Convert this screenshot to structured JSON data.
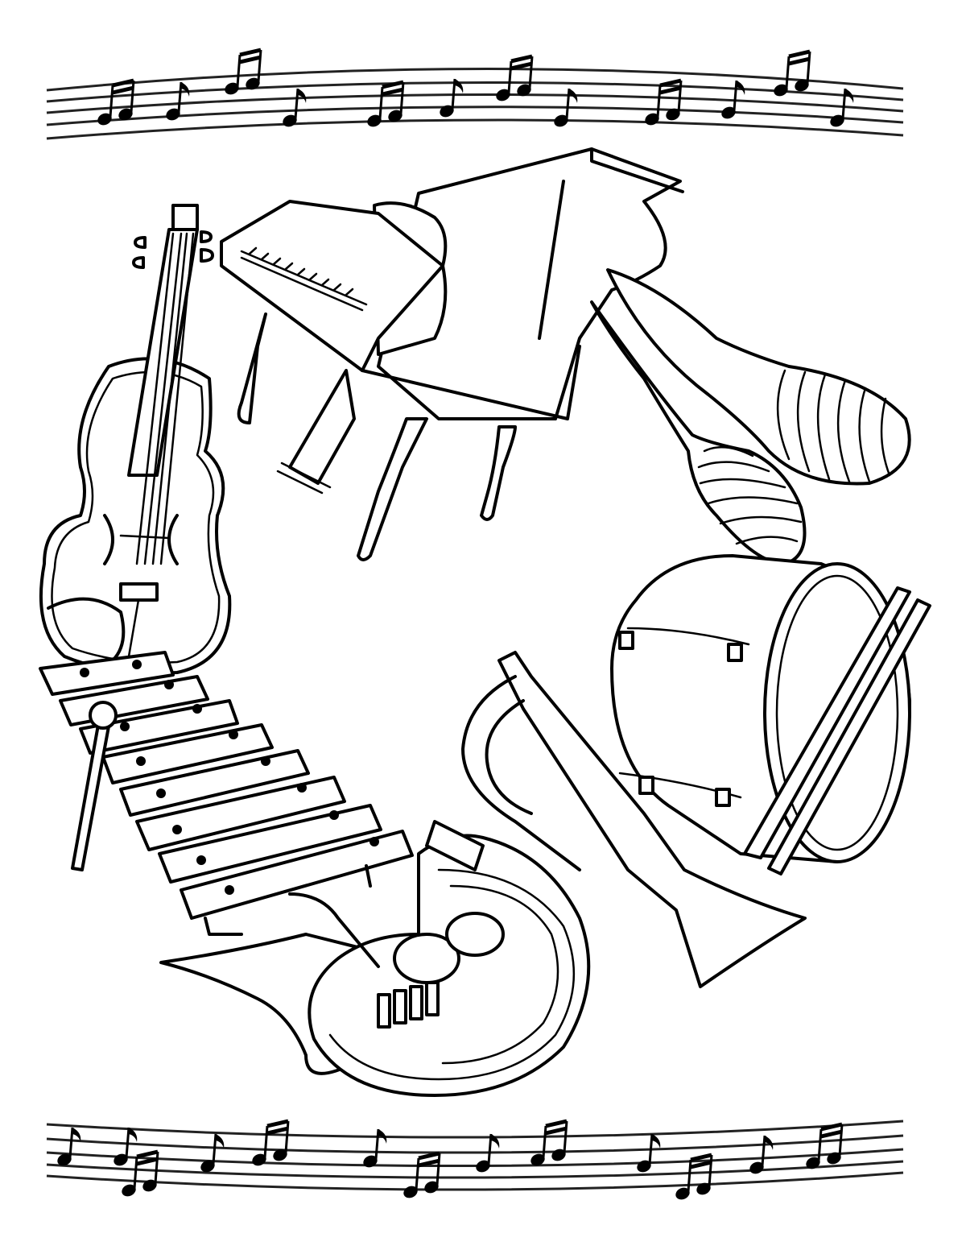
{
  "page": {
    "type": "coloring-page",
    "title": "",
    "background_color": "#ffffff",
    "line_color": "#000000"
  },
  "decorations": {
    "top_staff": {
      "lines": 5,
      "note_groups": 14
    },
    "bottom_staff": {
      "lines": 5,
      "note_groups": 14
    }
  },
  "instruments": [
    {
      "id": "violin",
      "label": "Violin"
    },
    {
      "id": "grand-piano",
      "label": "Grand piano"
    },
    {
      "id": "maracas",
      "label": "Maracas"
    },
    {
      "id": "drum",
      "label": "Drum with drumsticks"
    },
    {
      "id": "bugle",
      "label": "Bugle / trumpet"
    },
    {
      "id": "tuba",
      "label": "Tuba"
    },
    {
      "id": "xylophone",
      "label": "Xylophone with mallet"
    }
  ]
}
